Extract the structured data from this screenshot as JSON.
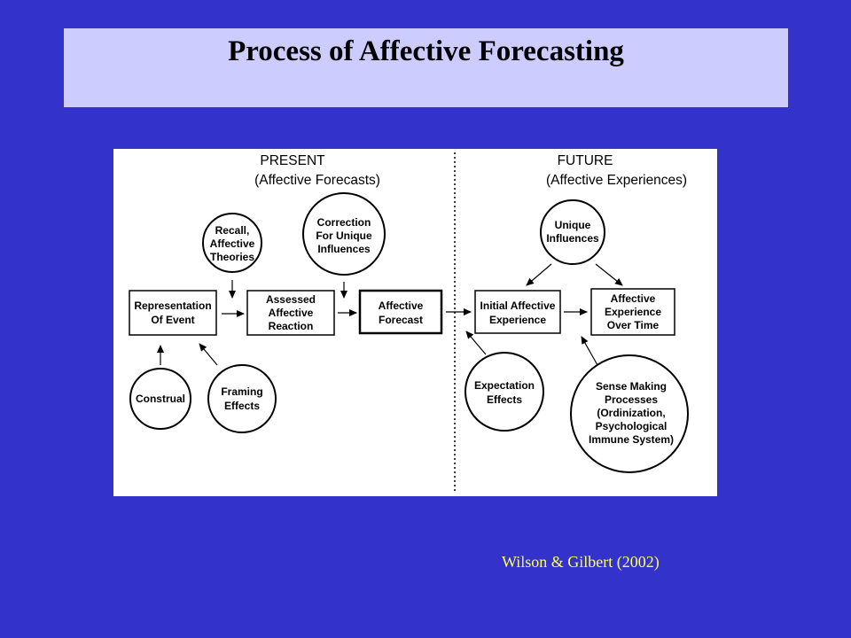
{
  "title": "Process of Affective Forecasting",
  "citation": "Wilson & Gilbert (2002)",
  "colors": {
    "background": "#3333cc",
    "title_box": "#ccccff",
    "citation": "#ffff66",
    "figure_bg": "#ffffff",
    "ink": "#000000"
  },
  "diagram": {
    "present": {
      "heading": "PRESENT",
      "subheading": "(Affective Forecasts)",
      "nodes": {
        "recall": [
          "Recall,",
          "Affective",
          "Theories"
        ],
        "correction": [
          "Correction",
          "For Unique",
          "Influences"
        ],
        "representation": [
          "Representation",
          "Of Event"
        ],
        "assessed": [
          "Assessed",
          "Affective",
          "Reaction"
        ],
        "forecast": [
          "Affective",
          "Forecast"
        ],
        "construal": [
          "Construal"
        ],
        "framing": [
          "Framing",
          "Effects"
        ]
      }
    },
    "future": {
      "heading": "FUTURE",
      "subheading": "(Affective Experiences)",
      "nodes": {
        "unique": [
          "Unique",
          "Influences"
        ],
        "initial": [
          "Initial Affective",
          "Experience"
        ],
        "over_time": [
          "Affective",
          "Experience",
          "Over Time"
        ],
        "expectation": [
          "Expectation",
          "Effects"
        ],
        "sense_making": [
          "Sense Making",
          "Processes",
          "(Ordinization,",
          "Psychological",
          "Immune System)"
        ]
      }
    }
  }
}
